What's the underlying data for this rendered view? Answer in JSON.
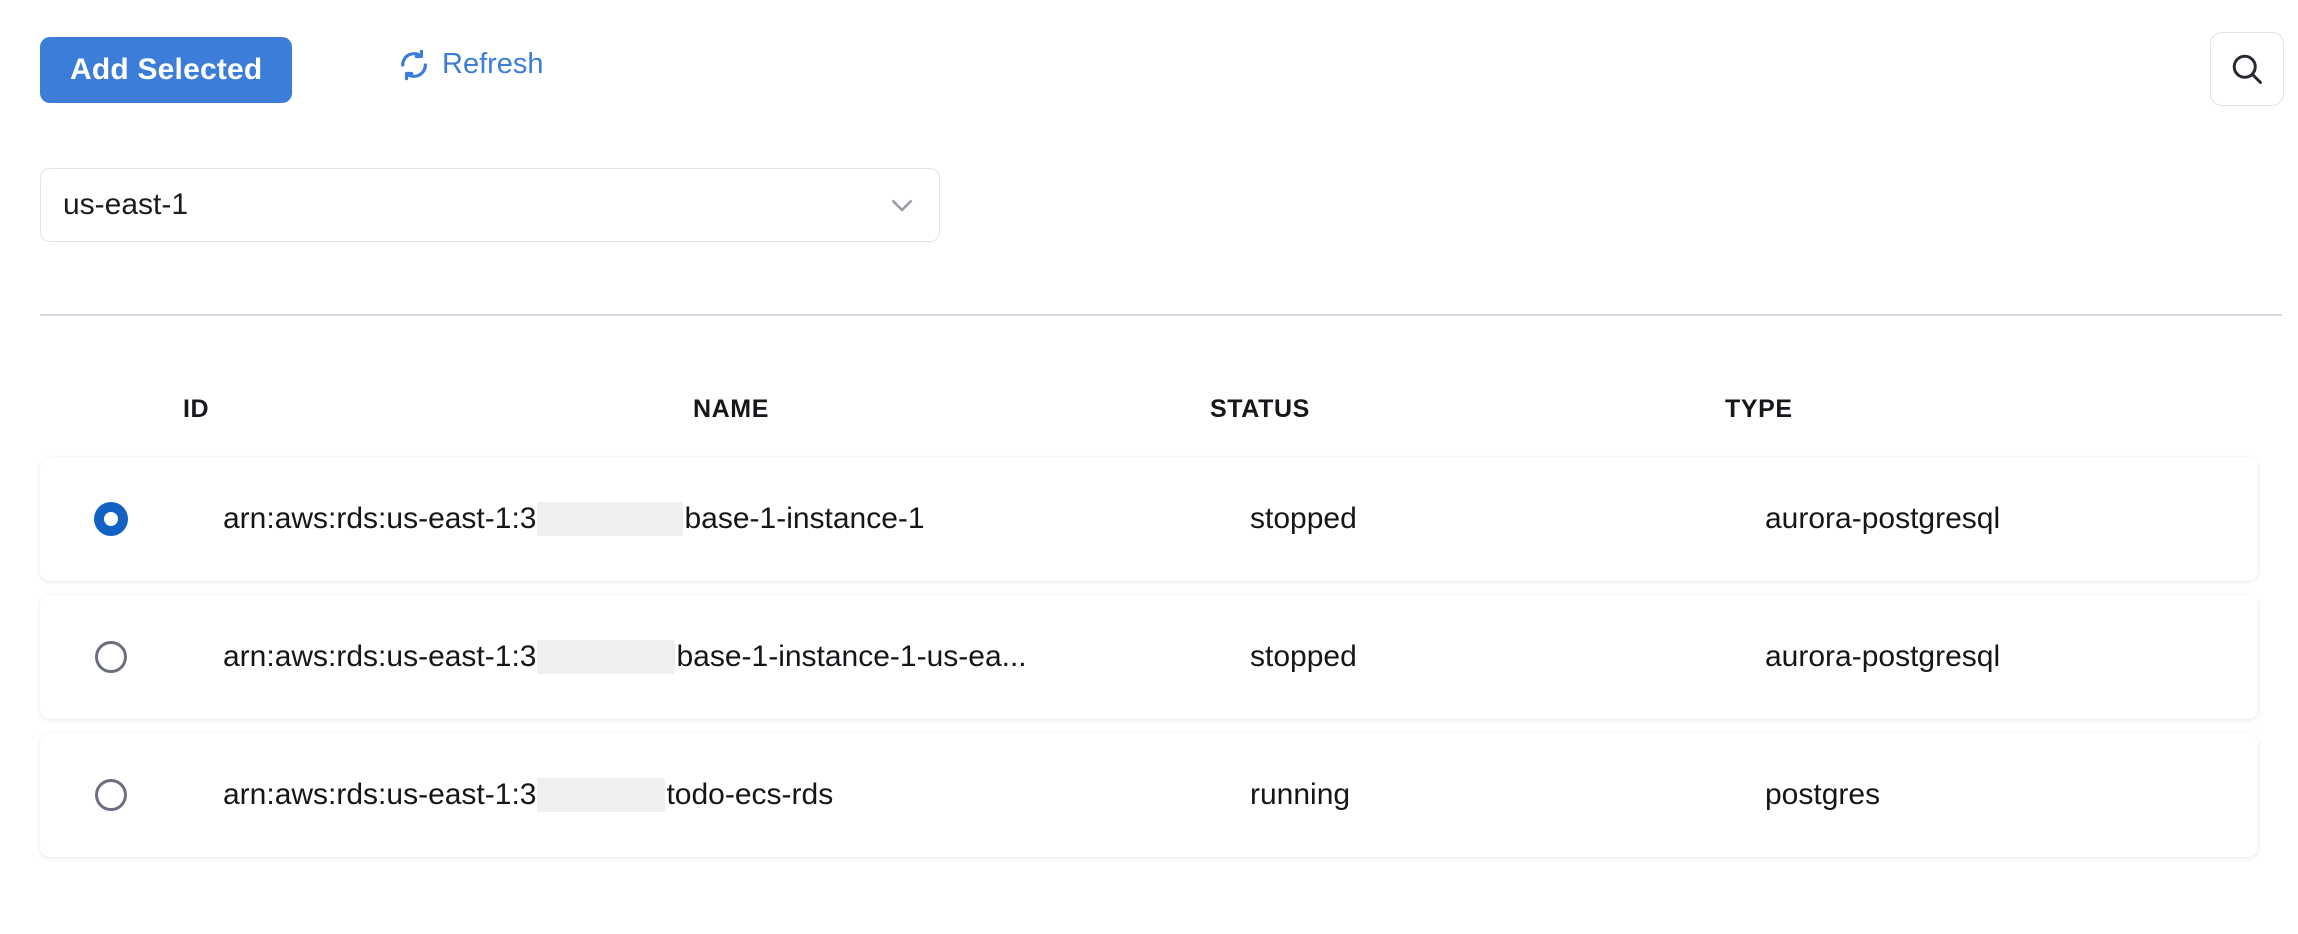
{
  "toolbar": {
    "add_selected_label": "Add Selected",
    "refresh_label": "Refresh",
    "refresh_icon": "refresh-icon",
    "search_icon": "search-icon",
    "accent_color": "#3b7dd8"
  },
  "region_selector": {
    "value": "us-east-1",
    "chevron_icon": "chevron-down-icon"
  },
  "table": {
    "columns": [
      "ID",
      "NAME",
      "STATUS",
      "TYPE"
    ],
    "rows": [
      {
        "selected": true,
        "id_prefix": "arn:aws:rds:us-east-1:3",
        "id_redacted_width": 146,
        "id_suffix": "base-1-instance-1",
        "name": "",
        "status": "stopped",
        "type": "aurora-postgresql"
      },
      {
        "selected": false,
        "id_prefix": "arn:aws:rds:us-east-1:3",
        "id_redacted_width": 138,
        "id_suffix": "base-1-instance-1-us-ea...",
        "name": "",
        "status": "stopped",
        "type": "aurora-postgresql"
      },
      {
        "selected": false,
        "id_prefix": "arn:aws:rds:us-east-1:3",
        "id_redacted_width": 128,
        "id_suffix": " todo-ecs-rds",
        "name": "",
        "status": "running",
        "type": "postgres"
      }
    ]
  }
}
